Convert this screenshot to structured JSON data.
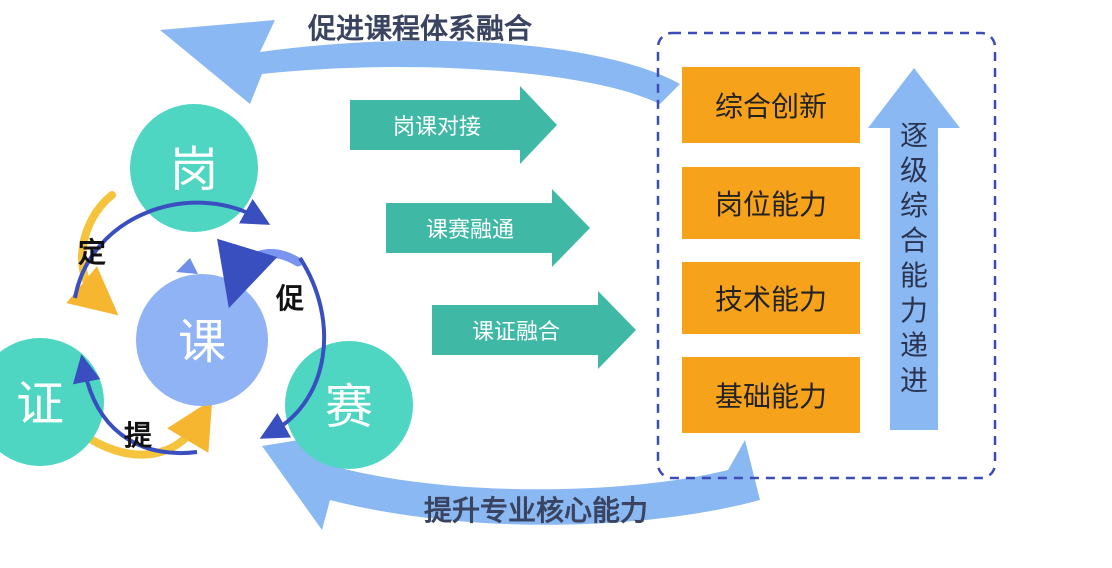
{
  "top_arrow_label": "促进课程体系融合",
  "bottom_arrow_label": "提升专业核心能力",
  "circles": {
    "gang": "岗",
    "ke": "课",
    "sai": "赛",
    "zheng": "证"
  },
  "verbs": {
    "ding": "定",
    "cu": "促",
    "ti": "提"
  },
  "middle_arrows": [
    "岗课对接",
    "课赛融通",
    "课证融合"
  ],
  "levels": [
    "综合创新",
    "岗位能力",
    "技术能力",
    "基础能力"
  ],
  "vertical_arrow_chars": [
    "逐",
    "级",
    "综",
    "合",
    "能",
    "力",
    "递",
    "进"
  ],
  "colors": {
    "circle_teal": "#4ed6c2",
    "circle_blue": "#8fb3f5",
    "arrow_teal": "#3fb8a6",
    "box_orange": "#f7a21b",
    "big_arrow_blue": "#8ab8f2",
    "cycle_arrow_navy": "#3a4fbf",
    "accent_yellow": "#f6c33c",
    "dashed_border": "#3b4cb8"
  }
}
